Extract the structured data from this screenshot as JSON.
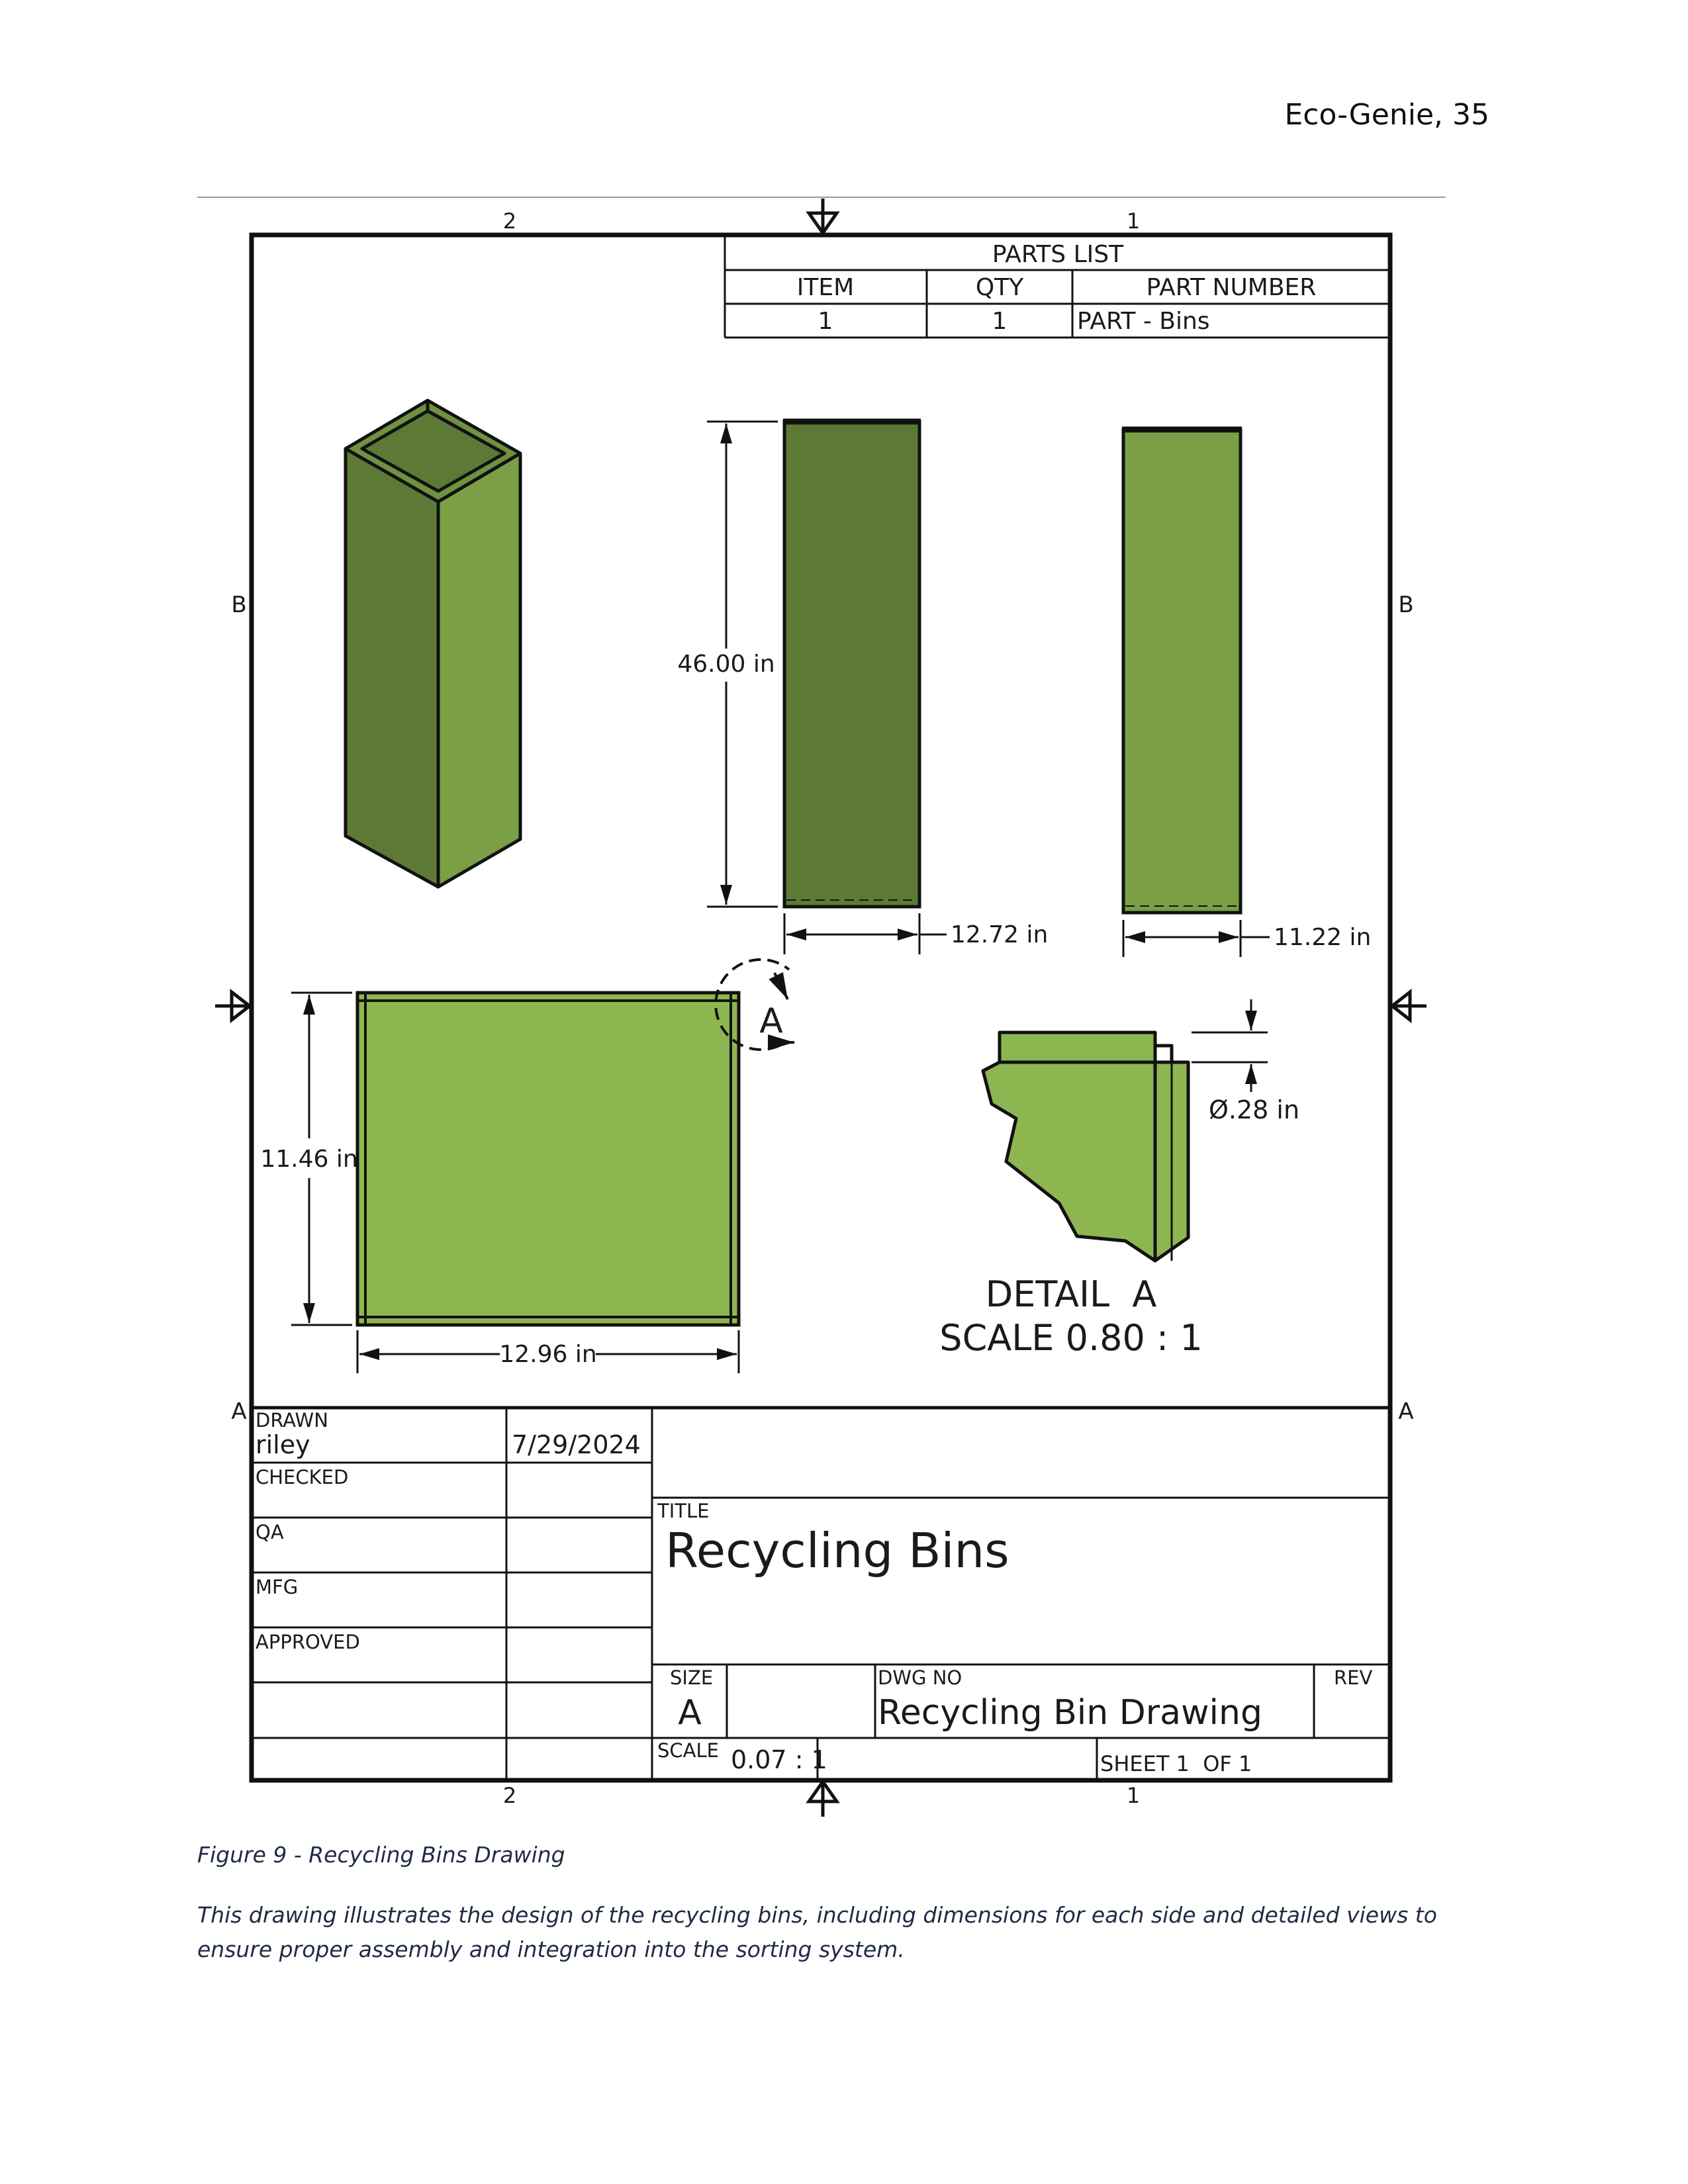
{
  "page_header": "Eco-Genie, 35",
  "zone_labels": {
    "col_left": "2",
    "col_right": "1",
    "row_top": "B",
    "row_bottom": "A"
  },
  "parts_list": {
    "title": "PARTS LIST",
    "headers": [
      "ITEM",
      "QTY",
      "PART NUMBER"
    ],
    "rows": [
      [
        "1",
        "1",
        "PART - Bins"
      ]
    ]
  },
  "dimensions": {
    "height": "46.00 in",
    "front_width": "12.72 in",
    "side_width": "11.22 in",
    "top_depth": "11.46 in",
    "top_width": "12.96 in",
    "detail_thickness": "Ø.28 in"
  },
  "detail": {
    "marker": "A",
    "title": "DETAIL  A",
    "scale": "SCALE 0.80 : 1"
  },
  "title_block": {
    "drawn_label": "DRAWN",
    "drawn_by": "riley",
    "drawn_date": "7/29/2024",
    "checked_label": "CHECKED",
    "qa_label": "QA",
    "mfg_label": "MFG",
    "approved_label": "APPROVED",
    "title_label": "TITLE",
    "title": "Recycling Bins",
    "size_label": "SIZE",
    "size": "A",
    "dwg_no_label": "DWG NO",
    "dwg_no": "Recycling Bin Drawing",
    "rev_label": "REV",
    "scale_label": "SCALE",
    "scale": "0.07 : 1",
    "sheet_label": "SHEET 1  OF 1"
  },
  "colors": {
    "face_dark": "#5c7a35",
    "face_mid": "#7a9f45",
    "face_light": "#8db650",
    "line": "#111111"
  },
  "caption": "Figure 9 - Recycling Bins Drawing",
  "description": "This drawing illustrates the design of the recycling bins, including dimensions for each side and detailed views to ensure proper assembly and integration into the sorting system."
}
